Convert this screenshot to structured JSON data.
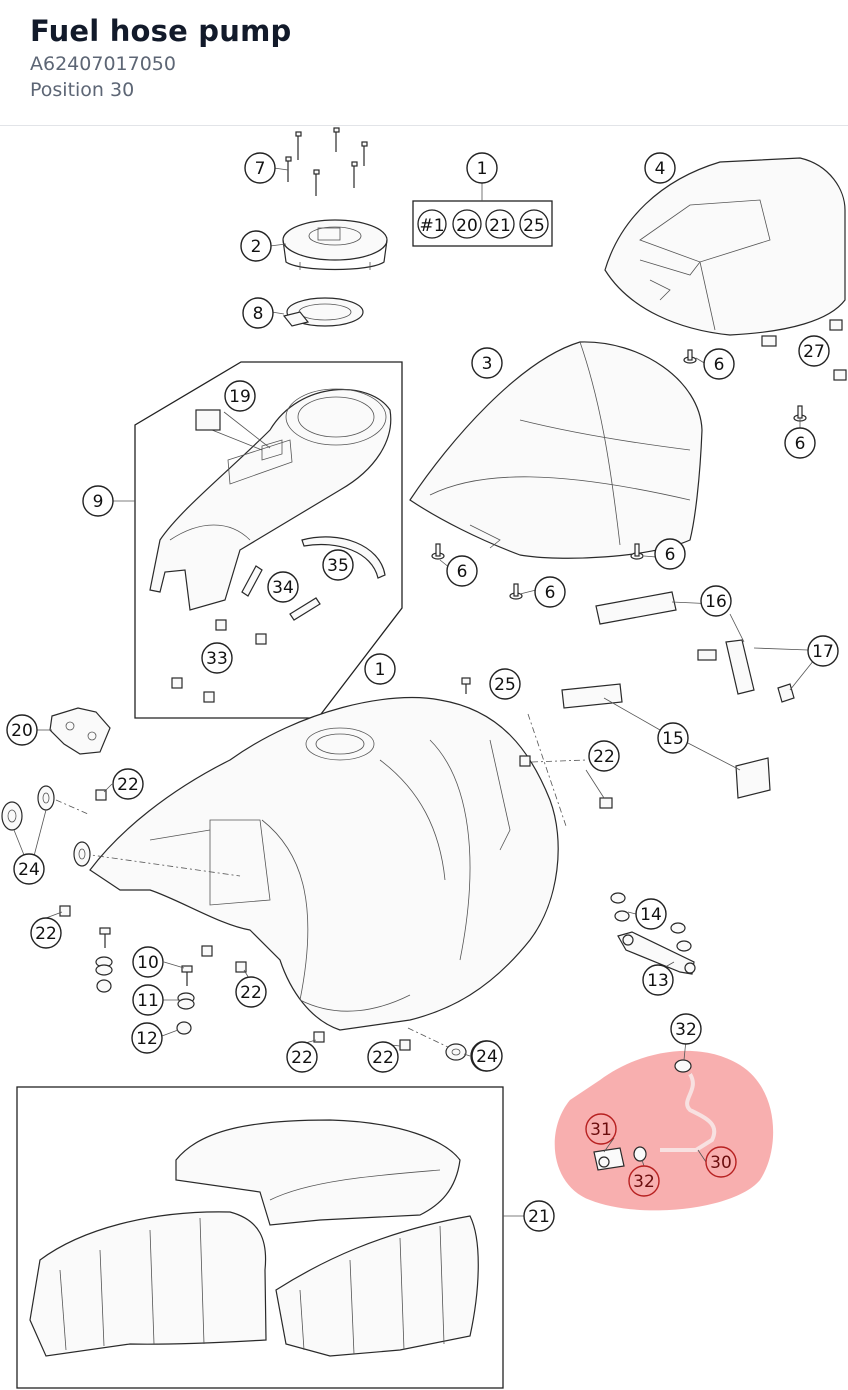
{
  "header": {
    "title": "Fuel hose pump",
    "part_number": "A62407017050",
    "position": "Position 30"
  },
  "colors": {
    "highlight": "#f26d6d",
    "title": "#121a2a",
    "subtitle": "#5d6675",
    "callout_ring": "#222222",
    "highlight_ring": "#b72020"
  },
  "kit_box": {
    "items": [
      "#1",
      "20",
      "21",
      "25"
    ]
  },
  "callouts": [
    "1",
    "4",
    "7",
    "2",
    "8",
    "3",
    "6",
    "27",
    "6",
    "19",
    "9",
    "6",
    "6",
    "35",
    "34",
    "16",
    "17",
    "33",
    "6",
    "1",
    "25",
    "15",
    "20",
    "22",
    "22",
    "24",
    "24",
    "14",
    "22",
    "13",
    "10",
    "22",
    "11",
    "12",
    "32",
    "22",
    "22",
    "24",
    "31",
    "30",
    "32",
    "21"
  ],
  "highlighted_callouts": [
    "31",
    "32",
    "30",
    "32"
  ]
}
